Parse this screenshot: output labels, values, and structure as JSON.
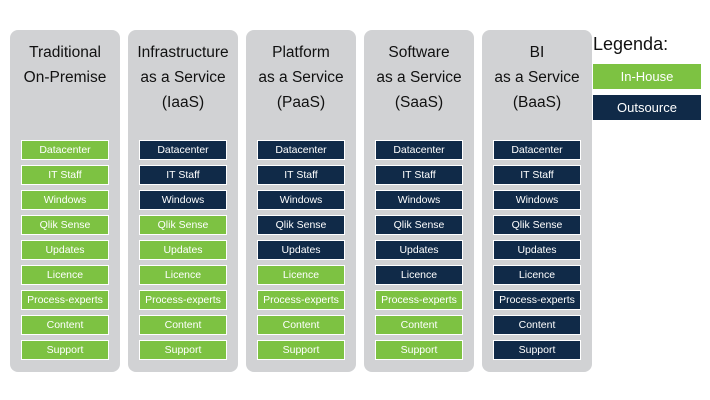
{
  "colors": {
    "inhouse": "#7dc242",
    "outsource": "#102a48"
  },
  "legend": {
    "title": "Legenda:",
    "items": [
      {
        "label": "In-House",
        "type": "inhouse"
      },
      {
        "label": "Outsource",
        "type": "outsource"
      }
    ]
  },
  "columns": [
    {
      "title": "Traditional\nOn-Premise",
      "cells": [
        {
          "label": "Datacenter",
          "type": "inhouse"
        },
        {
          "label": "IT Staff",
          "type": "inhouse"
        },
        {
          "label": "Windows",
          "type": "inhouse"
        },
        {
          "label": "Qlik Sense",
          "type": "inhouse"
        },
        {
          "label": "Updates",
          "type": "inhouse"
        },
        {
          "label": "Licence",
          "type": "inhouse"
        },
        {
          "label": "Process-experts",
          "type": "inhouse"
        },
        {
          "label": "Content",
          "type": "inhouse"
        },
        {
          "label": "Support",
          "type": "inhouse"
        }
      ]
    },
    {
      "title": "Infrastructure\nas a Service\n(IaaS)",
      "cells": [
        {
          "label": "Datacenter",
          "type": "outsource"
        },
        {
          "label": "IT Staff",
          "type": "outsource"
        },
        {
          "label": "Windows",
          "type": "outsource"
        },
        {
          "label": "Qlik Sense",
          "type": "inhouse"
        },
        {
          "label": "Updates",
          "type": "inhouse"
        },
        {
          "label": "Licence",
          "type": "inhouse"
        },
        {
          "label": "Process-experts",
          "type": "inhouse"
        },
        {
          "label": "Content",
          "type": "inhouse"
        },
        {
          "label": "Support",
          "type": "inhouse"
        }
      ]
    },
    {
      "title": "Platform\nas a Service\n(PaaS)",
      "cells": [
        {
          "label": "Datacenter",
          "type": "outsource"
        },
        {
          "label": "IT Staff",
          "type": "outsource"
        },
        {
          "label": "Windows",
          "type": "outsource"
        },
        {
          "label": "Qlik Sense",
          "type": "outsource"
        },
        {
          "label": "Updates",
          "type": "outsource"
        },
        {
          "label": "Licence",
          "type": "inhouse"
        },
        {
          "label": "Process-experts",
          "type": "inhouse"
        },
        {
          "label": "Content",
          "type": "inhouse"
        },
        {
          "label": "Support",
          "type": "inhouse"
        }
      ]
    },
    {
      "title": "Software\nas a Service\n(SaaS)",
      "cells": [
        {
          "label": "Datacenter",
          "type": "outsource"
        },
        {
          "label": "IT Staff",
          "type": "outsource"
        },
        {
          "label": "Windows",
          "type": "outsource"
        },
        {
          "label": "Qlik Sense",
          "type": "outsource"
        },
        {
          "label": "Updates",
          "type": "outsource"
        },
        {
          "label": "Licence",
          "type": "outsource"
        },
        {
          "label": "Process-experts",
          "type": "inhouse"
        },
        {
          "label": "Content",
          "type": "inhouse"
        },
        {
          "label": "Support",
          "type": "inhouse"
        }
      ]
    },
    {
      "title": "BI\nas a Service\n(BaaS)",
      "cells": [
        {
          "label": "Datacenter",
          "type": "outsource"
        },
        {
          "label": "IT Staff",
          "type": "outsource"
        },
        {
          "label": "Windows",
          "type": "outsource"
        },
        {
          "label": "Qlik Sense",
          "type": "outsource"
        },
        {
          "label": "Updates",
          "type": "outsource"
        },
        {
          "label": "Licence",
          "type": "outsource"
        },
        {
          "label": "Process-experts",
          "type": "outsource"
        },
        {
          "label": "Content",
          "type": "outsource"
        },
        {
          "label": "Support",
          "type": "outsource"
        }
      ]
    }
  ]
}
